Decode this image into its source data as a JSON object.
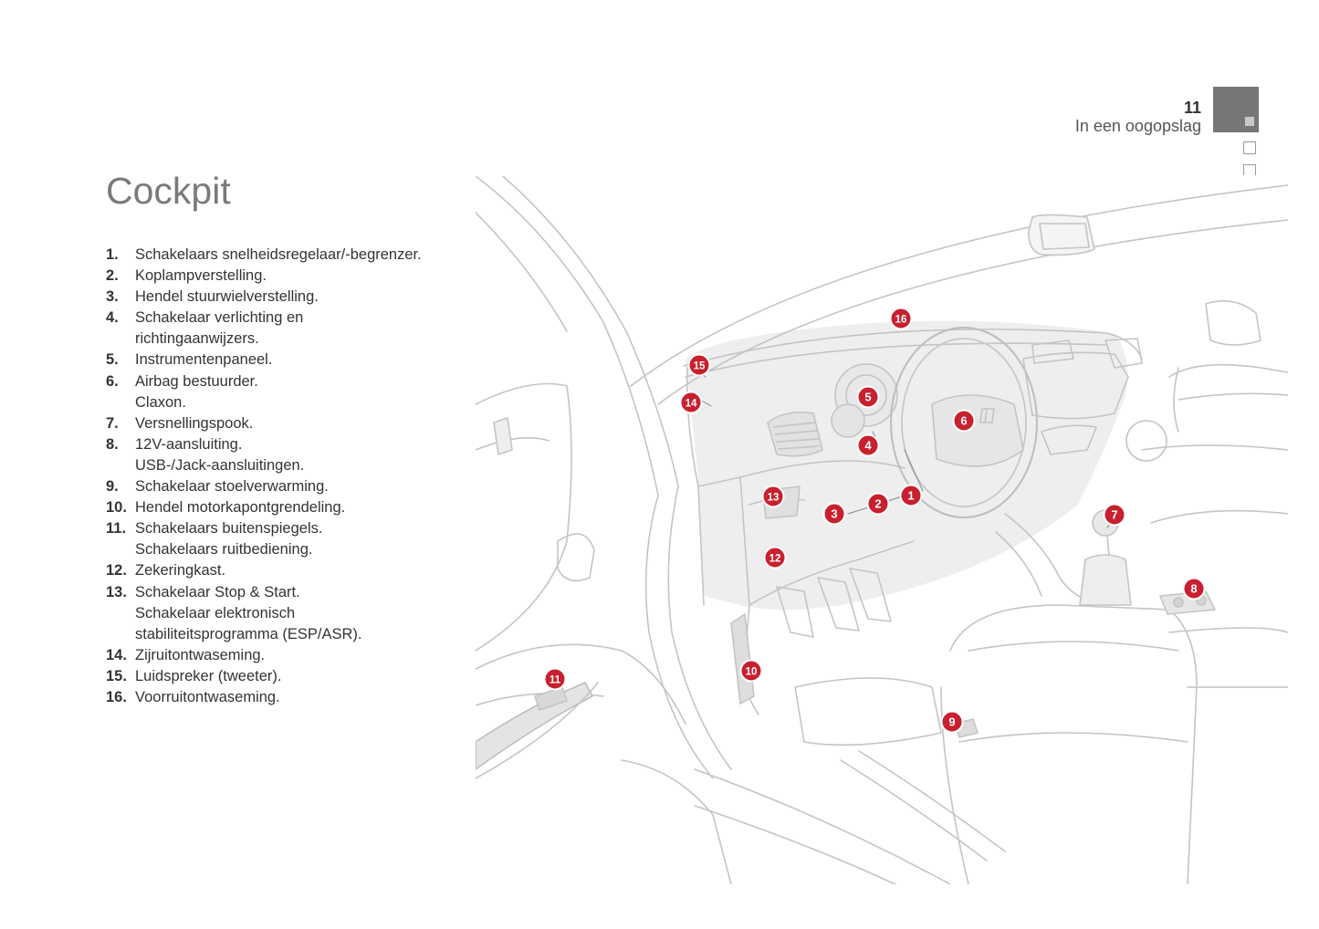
{
  "header": {
    "page_number": "11",
    "section_title": "In een oogopslag"
  },
  "title": "Cockpit",
  "items": [
    {
      "num": "1.",
      "lines": [
        "Schakelaars snelheidsregelaar/-begrenzer."
      ]
    },
    {
      "num": "2.",
      "lines": [
        "Koplampverstelling."
      ]
    },
    {
      "num": "3.",
      "lines": [
        "Hendel stuurwielverstelling."
      ]
    },
    {
      "num": "4.",
      "lines": [
        "Schakelaar verlichting en",
        "richtingaanwijzers."
      ]
    },
    {
      "num": "5.",
      "lines": [
        "Instrumentenpaneel."
      ]
    },
    {
      "num": "6.",
      "lines": [
        "Airbag bestuurder.",
        "Claxon."
      ]
    },
    {
      "num": "7.",
      "lines": [
        "Versnellingspook."
      ]
    },
    {
      "num": "8.",
      "lines": [
        "12V-aansluiting.",
        "USB-/Jack-aansluitingen."
      ]
    },
    {
      "num": "9.",
      "lines": [
        "Schakelaar stoelverwarming."
      ]
    },
    {
      "num": "10.",
      "lines": [
        "Hendel motorkapontgrendeling."
      ]
    },
    {
      "num": "11.",
      "lines": [
        "Schakelaars buitenspiegels.",
        "Schakelaars ruitbediening."
      ]
    },
    {
      "num": "12.",
      "lines": [
        "Zekeringkast."
      ]
    },
    {
      "num": "13.",
      "lines": [
        "Schakelaar Stop & Start.",
        "Schakelaar elektronisch",
        "stabiliteitsprogramma (ESP/ASR)."
      ]
    },
    {
      "num": "14.",
      "lines": [
        "Zijruitontwaseming."
      ]
    },
    {
      "num": "15.",
      "lines": [
        "Luidspreker (tweeter)."
      ]
    },
    {
      "num": "16.",
      "lines": [
        "Voorruitontwaseming."
      ]
    }
  ],
  "callouts": [
    "1",
    "2",
    "3",
    "4",
    "5",
    "6",
    "7",
    "8",
    "9",
    "10",
    "11",
    "12",
    "13",
    "14",
    "15",
    "16"
  ],
  "colors": {
    "callout": "#c8202e",
    "tab": "#777777"
  }
}
